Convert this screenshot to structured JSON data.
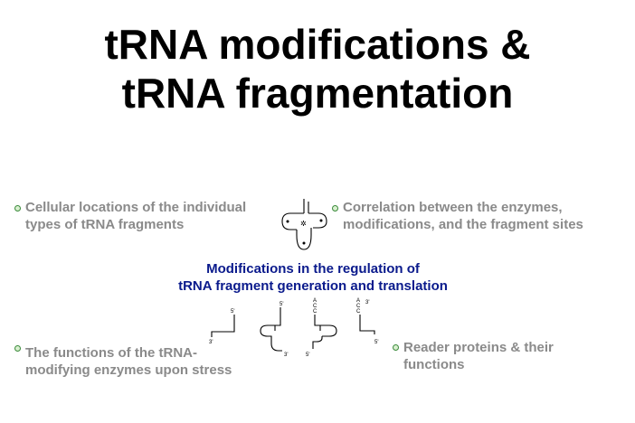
{
  "title": {
    "line1": "tRNA modifications &",
    "line2": "tRNA fragmentation"
  },
  "bullets": {
    "top_left": {
      "line1": "Cellular locations of the individual",
      "line2": "types of tRNA fragments"
    },
    "top_right": {
      "line1": "Correlation between the enzymes,",
      "line2": "modifications, and the fragment sites"
    },
    "bottom_left": {
      "line1": "The functions of the tRNA-",
      "line2": "modifying enzymes upon stress"
    },
    "bottom_right": {
      "line1": "Reader proteins & their",
      "line2": "functions"
    }
  },
  "center": {
    "line1": "Modifications in the regulation of",
    "line2": "tRNA fragment generation and translation"
  },
  "fragment_labels": {
    "five_prime": "5'",
    "three_prime": "3'",
    "acc": [
      "A",
      "C",
      "C"
    ]
  },
  "colors": {
    "title": "#000000",
    "bullet_text": "#8a8a8a",
    "center_heading": "#0a1a8c",
    "bullet_dot": "#3a8a3a"
  },
  "icons": [
    "trna-cloverleaf-icon",
    "trna-fragment-icon"
  ]
}
